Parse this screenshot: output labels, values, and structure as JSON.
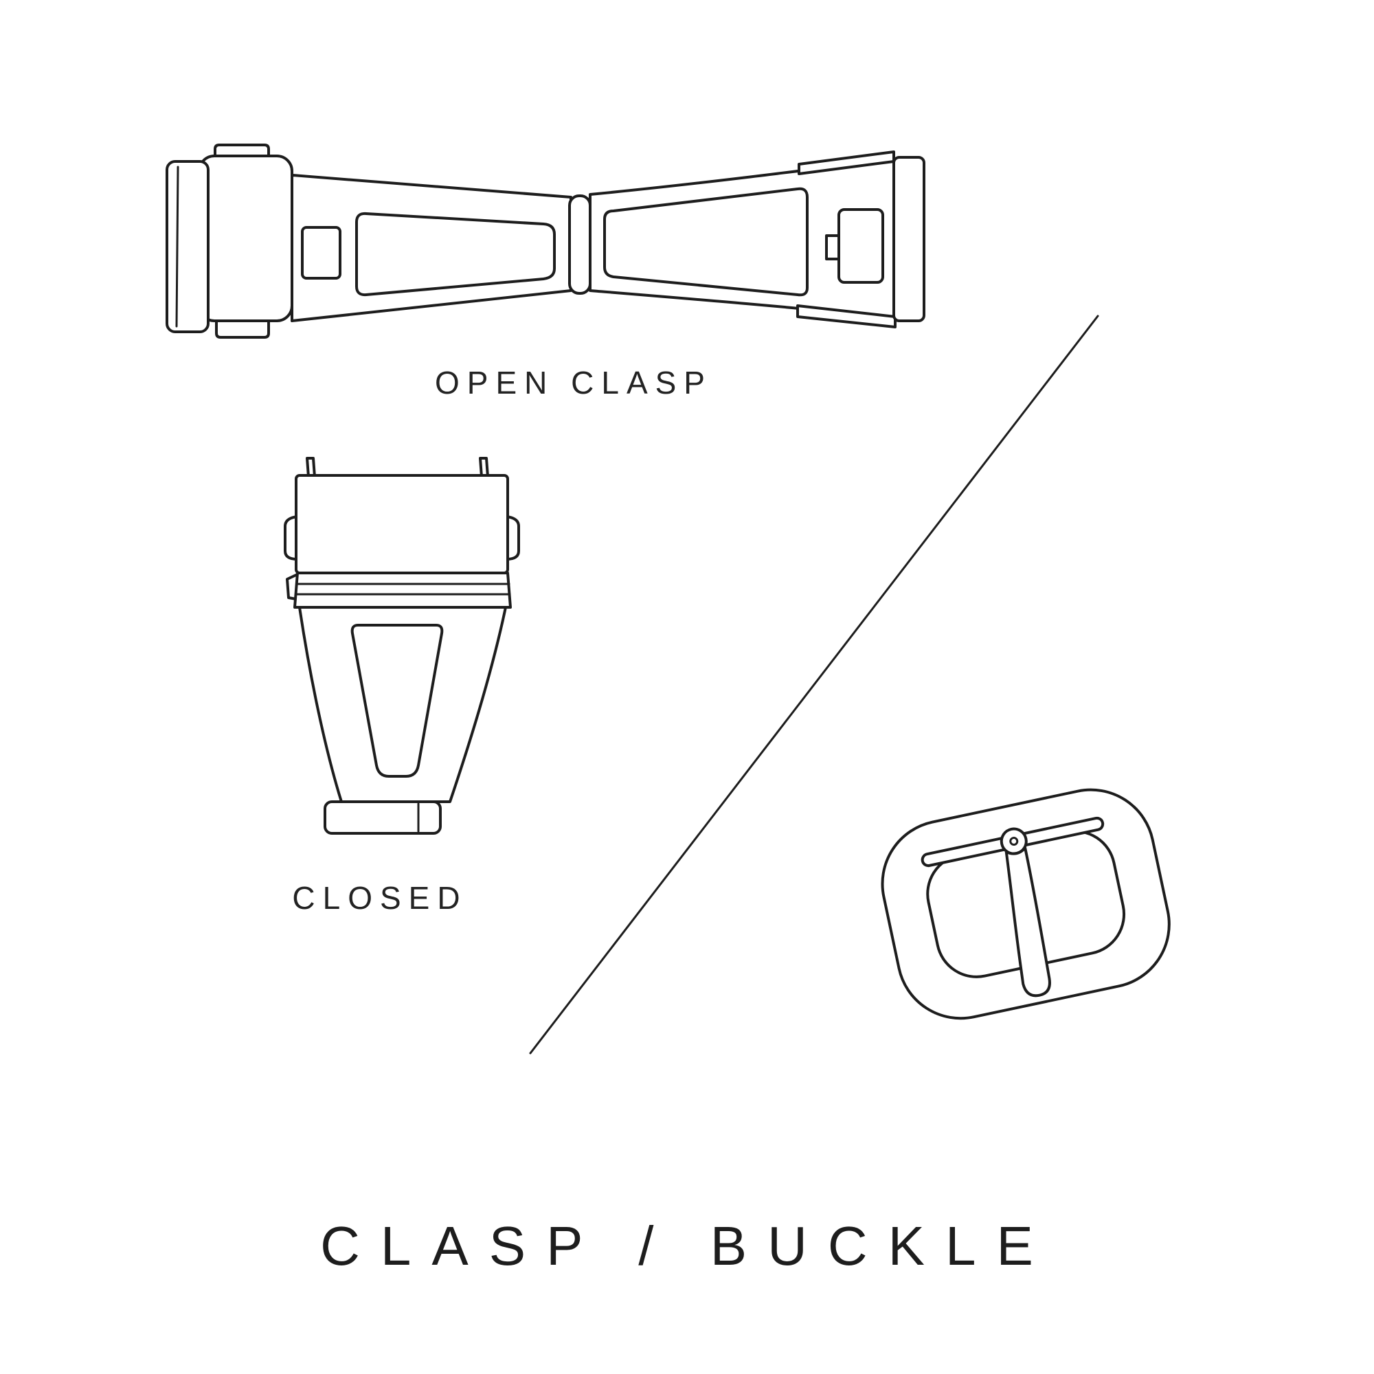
{
  "page": {
    "background": "#ffffff",
    "line_color": "#1d1d1d",
    "text_color": "#232323"
  },
  "illustrations": [
    "open-clasp-illustration",
    "closed-clasp-illustration",
    "buckle-illustration",
    "divider-line"
  ],
  "figures": {
    "open_clasp": {
      "label": "OPEN CLASP"
    },
    "closed_clasp": {
      "label": "CLOSED"
    }
  },
  "title": "CLASP / BUCKLE"
}
